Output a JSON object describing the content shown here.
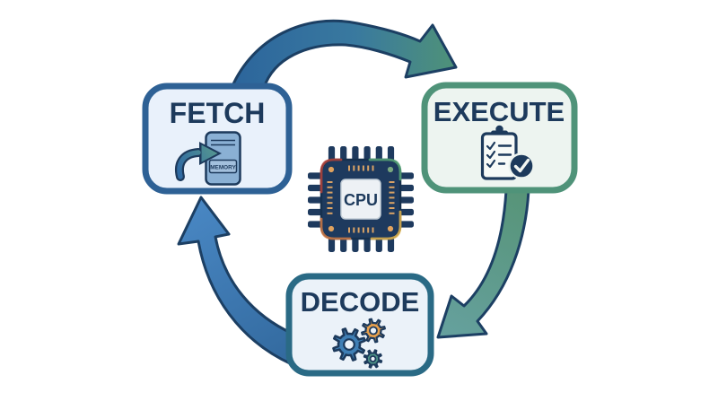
{
  "background": "#ffffff",
  "text_color": "#1d3a5c",
  "nodes": {
    "fetch": {
      "label": "FETCH",
      "icon": "memory-chip-icon",
      "border_color": "#2e6195",
      "fill_color": "#e9f1fb"
    },
    "execute": {
      "label": "EXECUTE",
      "icon": "checklist-icon",
      "border_color": "#4f9379",
      "fill_color": "#edf4f0"
    },
    "decode": {
      "label": "DECODE",
      "icon": "gears-icon",
      "border_color": "#2a6a85",
      "fill_color": "#ebf2f9"
    }
  },
  "cpu": {
    "label": "CPU",
    "body_color": "#1e3a5e",
    "die_color": "#edf1f5",
    "pad_color": "#d9a265",
    "corner_accents": {
      "top_left": "#b5433a",
      "top_right": "#57a477",
      "bottom_right": "#e2b44e",
      "bottom_left": "#d07a45"
    }
  },
  "memory_chip": {
    "label": "MEMORY",
    "fill_color": "#8ab0d4",
    "label_box_color": "#a3c0dd"
  },
  "arrows": {
    "fetch_to_execute": {
      "gradient_start": "#2c659c",
      "gradient_end": "#4f9278"
    },
    "execute_to_decode": {
      "gradient_start": "#579478",
      "gradient_end": "#66a19f"
    },
    "decode_to_fetch": {
      "gradient_start": "#336a9f",
      "gradient_end": "#4886c2"
    }
  },
  "gears": {
    "large_color": "#3f7fb5",
    "medium_color": "#e8a04c",
    "small_color": "#4d9487",
    "hole_color": "#ebf2f9"
  }
}
